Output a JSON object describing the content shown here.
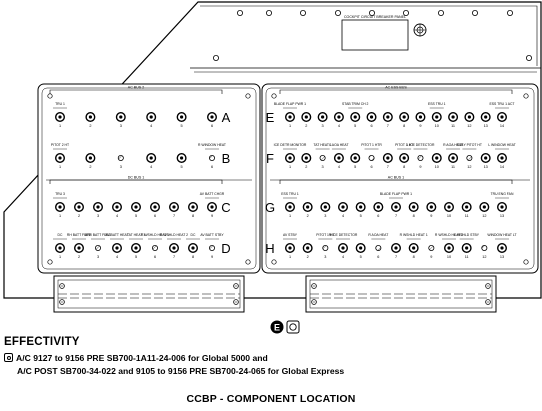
{
  "panel": {
    "placard_title": "COCKPIT CIRCUIT BREAKER PANEL",
    "left_panel": {
      "rows": [
        {
          "letter": "A",
          "header": "AC BUS 2",
          "group_labels": [
            "TRU 1"
          ],
          "count": 6,
          "numbers": [
            "1",
            "2",
            "3",
            "4",
            "5",
            "6"
          ]
        },
        {
          "letter": "B",
          "header": "",
          "group_labels": [
            "PITOT 2 HT",
            "R WINDOW HEAT"
          ],
          "count": 6,
          "numbers": [
            "1",
            "2",
            "3",
            "4",
            "5",
            "6"
          ]
        },
        {
          "letter": "C",
          "header": "DC BUS 1",
          "group_labels": [
            "TRU 3",
            "AV BATT CHGR"
          ],
          "count": 9,
          "numbers": [
            "1",
            "2",
            "3",
            "4",
            "5",
            "6",
            "7",
            "8",
            "9"
          ]
        },
        {
          "letter": "D",
          "header": "",
          "group_labels": [
            "DC",
            "RH BATT FEED",
            "APR BATT FEED",
            "AV BATT HEAT",
            "TAT HEAT 1",
            "R WSHLD HEAT 1",
            "R WSHLD HEAT 2",
            "DC",
            "AV BATT STBY"
          ],
          "count": 9,
          "numbers": [
            "1",
            "2",
            "3",
            "4",
            "5",
            "6",
            "7",
            "8",
            "9"
          ]
        }
      ]
    },
    "right_panel": {
      "rows": [
        {
          "letter": "E",
          "header": "AC ESS BUS",
          "group_labels": [
            "BLADE FLAP PWR 1",
            "STAB TRIM CH 2",
            "ESS TRU 1",
            "ESS TRU 1 ACT"
          ],
          "count": 14,
          "numbers": [
            "1",
            "2",
            "3",
            "4",
            "5",
            "6",
            "7",
            "8",
            "9",
            "10",
            "11",
            "12",
            "13",
            "14"
          ]
        },
        {
          "letter": "F",
          "header": "",
          "group_labels": [
            "ICE DETR MONITOR",
            "TAT HEAT 1",
            "L AOA HEAT",
            "PITOT 1 HTR",
            "PITOT 3 HT",
            "L ICE DETECTOR",
            "R AOA HEAT",
            "STBY PITOT HT",
            "L WINDOW HEAT"
          ],
          "count": 14,
          "numbers": [
            "1",
            "2",
            "3",
            "4",
            "5",
            "6",
            "7",
            "8",
            "9",
            "10",
            "11",
            "12",
            "13",
            "14"
          ]
        },
        {
          "letter": "G",
          "header": "AC BUS 1",
          "group_labels": [
            "ESS TRU 1",
            "BLADE FLAP PWR 1",
            "TRU ENG FAN"
          ],
          "count": 13,
          "numbers": [
            "1",
            "2",
            "3",
            "4",
            "5",
            "6",
            "7",
            "8",
            "9",
            "10",
            "11",
            "12",
            "13"
          ]
        },
        {
          "letter": "H",
          "header": "",
          "group_labels": [
            "AV STBY",
            "PITOT 1 HT",
            "R ICE DETECTOR",
            "R AOA HEAT",
            "R WSHLD HEAT 1",
            "R WSHLD HEAT 2",
            "L WSHLD STBY",
            "WINDOW HEAT LT"
          ],
          "count": 13,
          "numbers": [
            "1",
            "2",
            "3",
            "4",
            "5",
            "6",
            "7",
            "8",
            "9",
            "10",
            "11",
            "12",
            "13"
          ]
        }
      ]
    }
  },
  "callout": {
    "letter": "E"
  },
  "effectivity": {
    "title": "EFFECTIVITY",
    "icon": "effectivity-symbol-icon",
    "line1": "A/C 9127 to 9156 PRE SB700-1A11-24-006 for Global 5000 and",
    "line2": "A/C POST SB700-34-022 and 9105 to 9156 PRE SB700-24-065 for Global Express"
  },
  "caption": "CCBP - COMPONENT LOCATION",
  "colors": {
    "ink": "#000000",
    "paper": "#ffffff",
    "panel": "#ffffff"
  }
}
